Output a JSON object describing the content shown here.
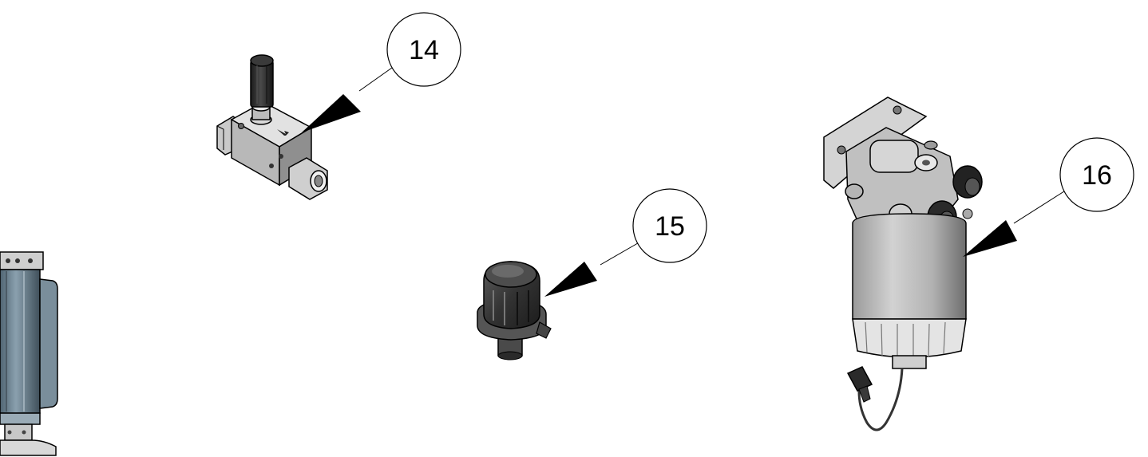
{
  "callouts": [
    {
      "label": "14",
      "part": "hand-primer-pump"
    },
    {
      "label": "15",
      "part": "breather-cap"
    },
    {
      "label": "16",
      "part": "fuel-filter-water-separator"
    }
  ],
  "colors": {
    "metal_light": "#d9d9d9",
    "metal_mid": "#a8a8a8",
    "metal_dark": "#5a5a5a",
    "rubber": "#2b2b2b",
    "blue_gray": "#6f8594",
    "line": "#000000"
  }
}
